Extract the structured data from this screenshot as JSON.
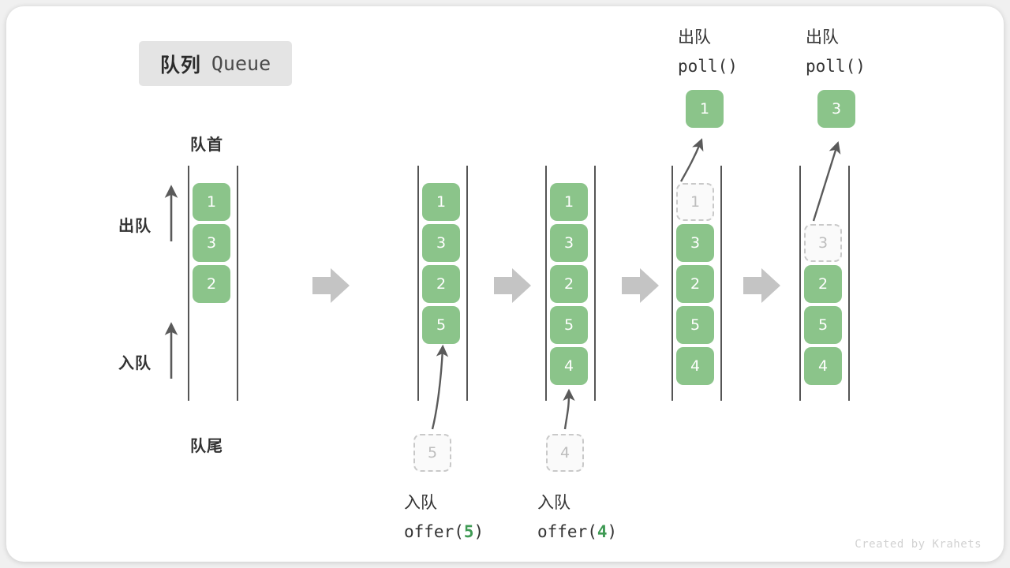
{
  "title": {
    "cjk": "队列",
    "latin": "Queue"
  },
  "labels": {
    "head": "队首",
    "tail": "队尾",
    "dequeue_arrow": "出队",
    "enqueue_arrow": "入队"
  },
  "colors": {
    "element_green": "#8bc48a",
    "ghost_fill": "#fafafa",
    "ghost_border": "#c9c9c9",
    "ghost_text": "#bdbdbd",
    "rail": "#555555",
    "block_arrow": "#c4c4c4",
    "badge_bg": "#e4e4e4",
    "text": "#333333",
    "arg_green": "#3f9a54"
  },
  "columns": [
    {
      "name": "initial-queue",
      "elements": [
        "1",
        "3",
        "2"
      ],
      "ghost": null,
      "popped": null,
      "header": null,
      "footer": null
    },
    {
      "name": "after-offer-5",
      "elements": [
        "1",
        "3",
        "2",
        "5"
      ],
      "ghost": {
        "value": "5",
        "position": "below"
      },
      "popped": null,
      "header": null,
      "footer": {
        "cjk": "入队",
        "fn": "offer(",
        "arg": "5",
        "close": ")"
      }
    },
    {
      "name": "after-offer-4",
      "elements": [
        "1",
        "3",
        "2",
        "5",
        "4"
      ],
      "ghost": {
        "value": "4",
        "position": "below"
      },
      "popped": null,
      "header": null,
      "footer": {
        "cjk": "入队",
        "fn": "offer(",
        "arg": "4",
        "close": ")"
      }
    },
    {
      "name": "after-poll-1",
      "elements": [
        "3",
        "2",
        "5",
        "4"
      ],
      "ghost": {
        "value": "1",
        "position": "slot-0"
      },
      "popped": "1",
      "header": {
        "cjk": "出队",
        "fn": "poll()"
      },
      "footer": null
    },
    {
      "name": "after-poll-3",
      "elements": [
        "2",
        "5",
        "4"
      ],
      "ghost": {
        "value": "3",
        "position": "slot-1"
      },
      "popped": "3",
      "header": {
        "cjk": "出队",
        "fn": "poll()"
      },
      "footer": null
    }
  ],
  "credit": "Created by Krahets"
}
